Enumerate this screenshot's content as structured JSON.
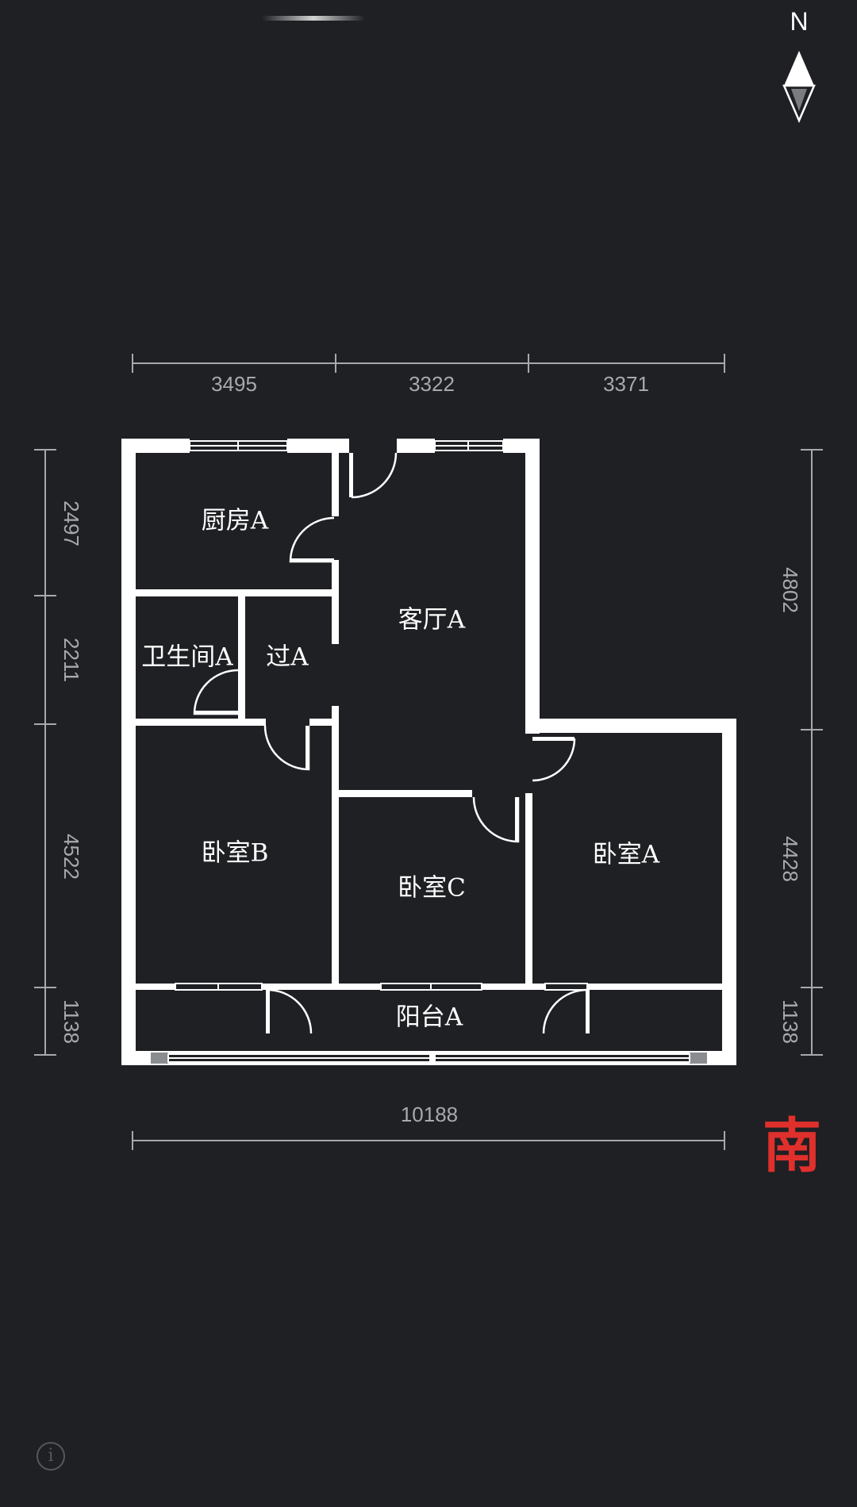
{
  "compass": {
    "north_label": "N",
    "south_label": "南"
  },
  "rooms": {
    "kitchen": "厨房A",
    "living": "客厅A",
    "bathroom": "卫生间A",
    "passage": "过A",
    "bedroom_b": "卧室B",
    "bedroom_c": "卧室C",
    "bedroom_a": "卧室A",
    "balcony": "阳台A"
  },
  "dimensions": {
    "top": [
      "3495",
      "3322",
      "3371"
    ],
    "left": [
      "2497",
      "2211",
      "4522",
      "1138"
    ],
    "right": [
      "4802",
      "4428",
      "1138"
    ],
    "bottom_total": "10188"
  },
  "info_icon": "info-icon",
  "colors": {
    "background": "#1f2024",
    "wall": "#ffffff",
    "dimension": "#a7a9ad",
    "south_mark": "#e0302c"
  }
}
